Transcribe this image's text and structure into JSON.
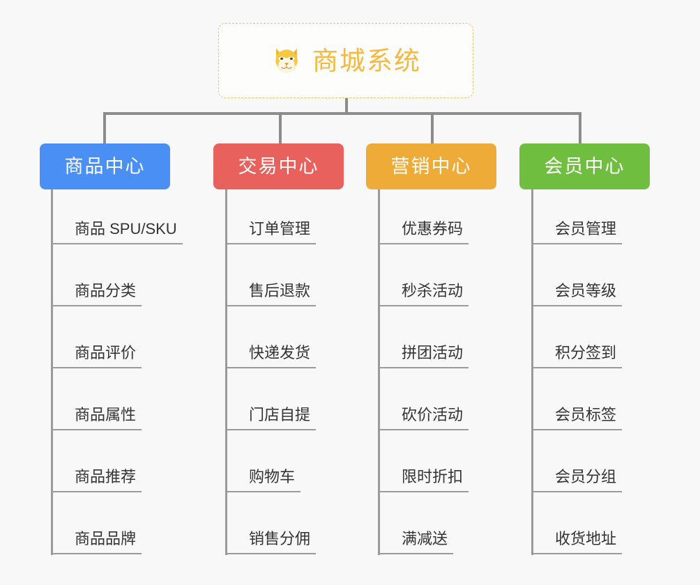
{
  "root": {
    "title": "商城系统",
    "icon": "shiba-dog-icon",
    "border_color": "#f0c36a",
    "text_color": "#f5b942"
  },
  "theme": {
    "background": "#f8f8f8",
    "connector_color": "#8c8c8c",
    "leaf_text_color": "#333333",
    "leaf_rule_color": "#9a9a9a"
  },
  "branches": [
    {
      "label": "商品中心",
      "color": "#4a90f4",
      "items": [
        "商品 SPU/SKU",
        "商品分类",
        "商品评价",
        "商品属性",
        "商品推荐",
        "商品品牌"
      ]
    },
    {
      "label": "交易中心",
      "color": "#e8615c",
      "items": [
        "订单管理",
        "售后退款",
        "快递发货",
        "门店自提",
        "购物车",
        "销售分佣"
      ]
    },
    {
      "label": "营销中心",
      "color": "#eeab38",
      "items": [
        "优惠券码",
        "秒杀活动",
        "拼团活动",
        "砍价活动",
        "限时折扣",
        "满减送"
      ]
    },
    {
      "label": "会员中心",
      "color": "#6fbe3f",
      "items": [
        "会员管理",
        "会员等级",
        "积分签到",
        "会员标签",
        "会员分组",
        "收货地址"
      ]
    }
  ]
}
